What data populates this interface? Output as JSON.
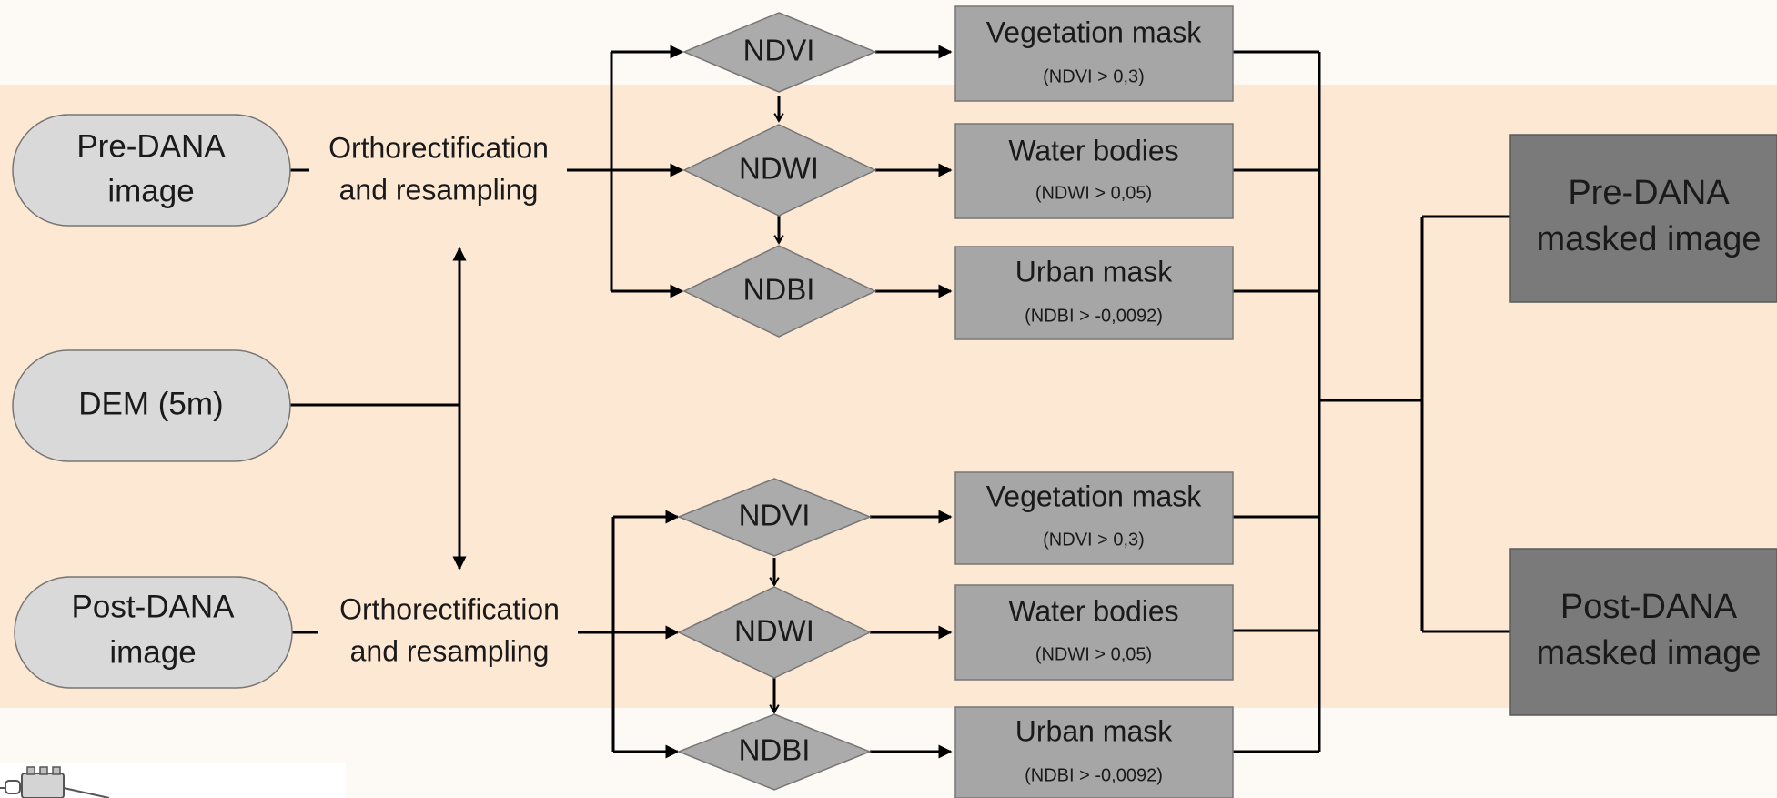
{
  "colors": {
    "page_bg": "#fdfaf6",
    "band_bg": "#fde8d3",
    "input_fill": "#d9d9d9",
    "diamond_fill": "#ababab",
    "mask_fill": "#a6a6a6",
    "output_fill": "#7a7a7a"
  },
  "inputs": {
    "pre": [
      "Pre-DANA",
      "image"
    ],
    "dem": "DEM (5m)",
    "post": [
      "Post-DANA",
      "image"
    ]
  },
  "process": {
    "pre": [
      "Orthorectification",
      "and resampling"
    ],
    "post": [
      "Orthorectification",
      "and resampling"
    ]
  },
  "indices": {
    "top": [
      "NDVI",
      "NDWI",
      "NDBI"
    ],
    "bottom": [
      "NDVI",
      "NDWI",
      "NDBI"
    ]
  },
  "masks": {
    "top": [
      {
        "title": "Vegetation mask",
        "cond": "(NDVI > 0,3)"
      },
      {
        "title": "Water bodies",
        "cond": "(NDWI > 0,05)"
      },
      {
        "title": "Urban mask",
        "cond": "(NDBI > -0,0092)"
      }
    ],
    "bottom": [
      {
        "title": "Vegetation mask",
        "cond": "(NDVI > 0,3)"
      },
      {
        "title": "Water bodies",
        "cond": "(NDWI > 0,05)"
      },
      {
        "title": "Urban mask",
        "cond": "(NDBI > -0,0092)"
      }
    ]
  },
  "outputs": {
    "pre": [
      "Pre-DANA",
      "masked image"
    ],
    "post": [
      "Post-DANA",
      "masked image"
    ]
  },
  "decor": {
    "corner_icon": "robot-icon"
  }
}
